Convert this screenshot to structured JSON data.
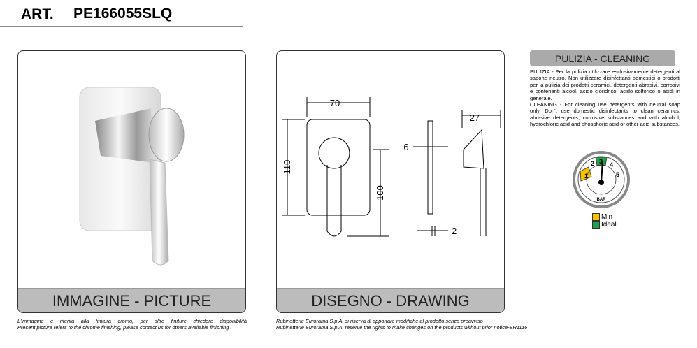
{
  "header": {
    "art_label": "ART.",
    "code": "PE166055SLQ"
  },
  "picture_panel": {
    "label": "IMMAGINE - PICTURE"
  },
  "drawing_panel": {
    "label": "DISEGNO - DRAWING",
    "dims": {
      "plate_width": "70",
      "plate_height": "110",
      "lever_length": "100",
      "plate_thickness": "6",
      "depth": "27",
      "gap": "2"
    }
  },
  "cleaning": {
    "title": "PULIZIA - CLEANING",
    "text_it": "PULIZIA - Per la pulizia utilizzare esclusivamente detergenti al sapone neutro. Non utilizzare disinfettanti domestici o prodotti per la pulizia dei prodotti ceramici, detergenti abrasivi, corrosivi e contenenti alcool, acido cloridrico, acido solforico o acidi in generale.",
    "text_en": "CLEANING - For cleaning use detergents with neutral soap only. Don't use domestic disinfectants to clean ceramics, abrasive detergents, corrosive substances and with alcohol, hydrochloric acid and phosphoric acid or other acid substances."
  },
  "gauge": {
    "numbers": [
      "1",
      "2",
      "3",
      "4",
      "5"
    ],
    "unit": "BAR",
    "legend": [
      {
        "label": "Min",
        "color": "#f5c400"
      },
      {
        "label": "Ideal",
        "color": "#1fa34a"
      }
    ]
  },
  "notes": {
    "picture_it": "L'immagine è riferita alla finitura cromo, per altre finiture chiedere disponibilità.",
    "picture_en": "Present picture refers to the chrome finishing, please contact us for others available finishing .",
    "rights_it": "Rubinetterie Eurorama S.p.A. si riserva di apportare modifiche al prodotto senza preavviso",
    "rights_en": "Rubinetterie Eurorama S.p.A. reserve the rights to make changes on the products without prior notice-ER1116"
  }
}
